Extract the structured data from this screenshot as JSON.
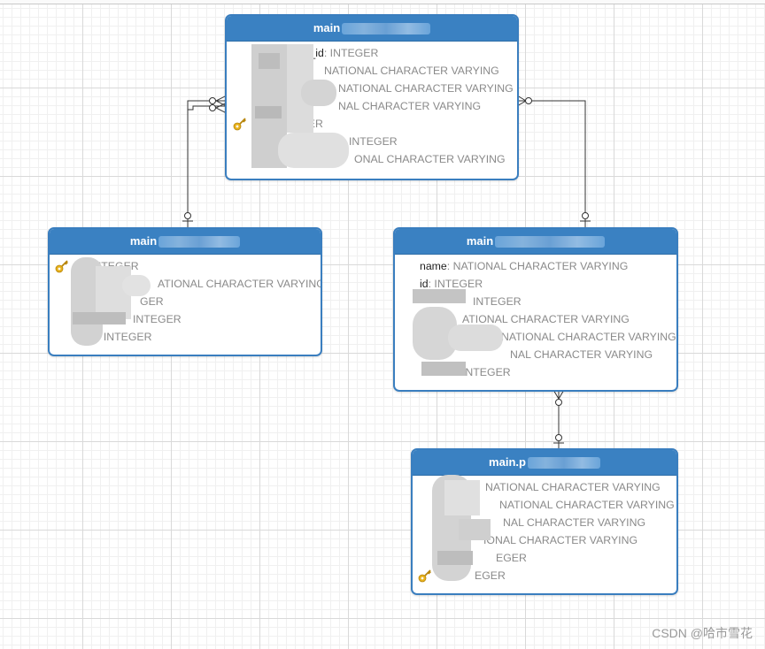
{
  "colors": {
    "header_blue": "#3a81c2",
    "border_blue": "#3a7ebf",
    "type_gray": "#8a8a8a",
    "name_black": "#222222",
    "key_gold": "#e8b21d",
    "connector": "#333333"
  },
  "entities": [
    {
      "id": "top",
      "title": "main",
      "rows": [
        {
          "name": "t_id",
          "type": ": INTEGER",
          "key": false
        },
        {
          "name": "",
          "type": "NATIONAL CHARACTER VARYING",
          "key": false
        },
        {
          "name": "",
          "type": "NATIONAL CHARACTER VARYING",
          "key": false
        },
        {
          "name": "",
          "type": "NAL CHARACTER VARYING",
          "key": false
        },
        {
          "name": "",
          "type": "EGER",
          "key": true
        },
        {
          "name": "",
          "type": "INTEGER",
          "key": false
        },
        {
          "name": "",
          "type": "ONAL CHARACTER VARYING",
          "key": false
        }
      ]
    },
    {
      "id": "left",
      "title": "main",
      "rows": [
        {
          "name": "",
          "type": "INTEGER",
          "key": true
        },
        {
          "name": "",
          "type": "ATIONAL CHARACTER VARYING",
          "key": false
        },
        {
          "name": "",
          "type": "GER",
          "key": false
        },
        {
          "name": "",
          "type": "INTEGER",
          "key": false
        },
        {
          "name": "",
          "type": ": INTEGER",
          "key": false
        }
      ]
    },
    {
      "id": "right",
      "title": "main",
      "rows": [
        {
          "name": "name",
          "type": ": NATIONAL CHARACTER VARYING",
          "key": false
        },
        {
          "name": "id",
          "type": ": INTEGER",
          "key": false
        },
        {
          "name": "",
          "type": "INTEGER",
          "key": false
        },
        {
          "name": "",
          "type": "ATIONAL CHARACTER VARYING",
          "key": false
        },
        {
          "name": "",
          "type": "NATIONAL CHARACTER VARYING",
          "key": false
        },
        {
          "name": "",
          "type": "NAL CHARACTER VARYING",
          "key": false
        },
        {
          "name": "",
          "type": "INTEGER",
          "key": false
        }
      ]
    },
    {
      "id": "bottom",
      "title": "main.p",
      "rows": [
        {
          "name": "",
          "type": "NATIONAL CHARACTER VARYING",
          "key": false
        },
        {
          "name": "",
          "type": "NATIONAL CHARACTER VARYING",
          "key": false
        },
        {
          "name": "",
          "type": "NAL CHARACTER VARYING",
          "key": false
        },
        {
          "name": "",
          "type": "IONAL CHARACTER VARYING",
          "key": false
        },
        {
          "name": "",
          "type": "EGER",
          "key": false
        },
        {
          "name": "",
          "type": "EGER",
          "key": true
        }
      ]
    }
  ],
  "watermark": "CSDN @哈市雪花"
}
